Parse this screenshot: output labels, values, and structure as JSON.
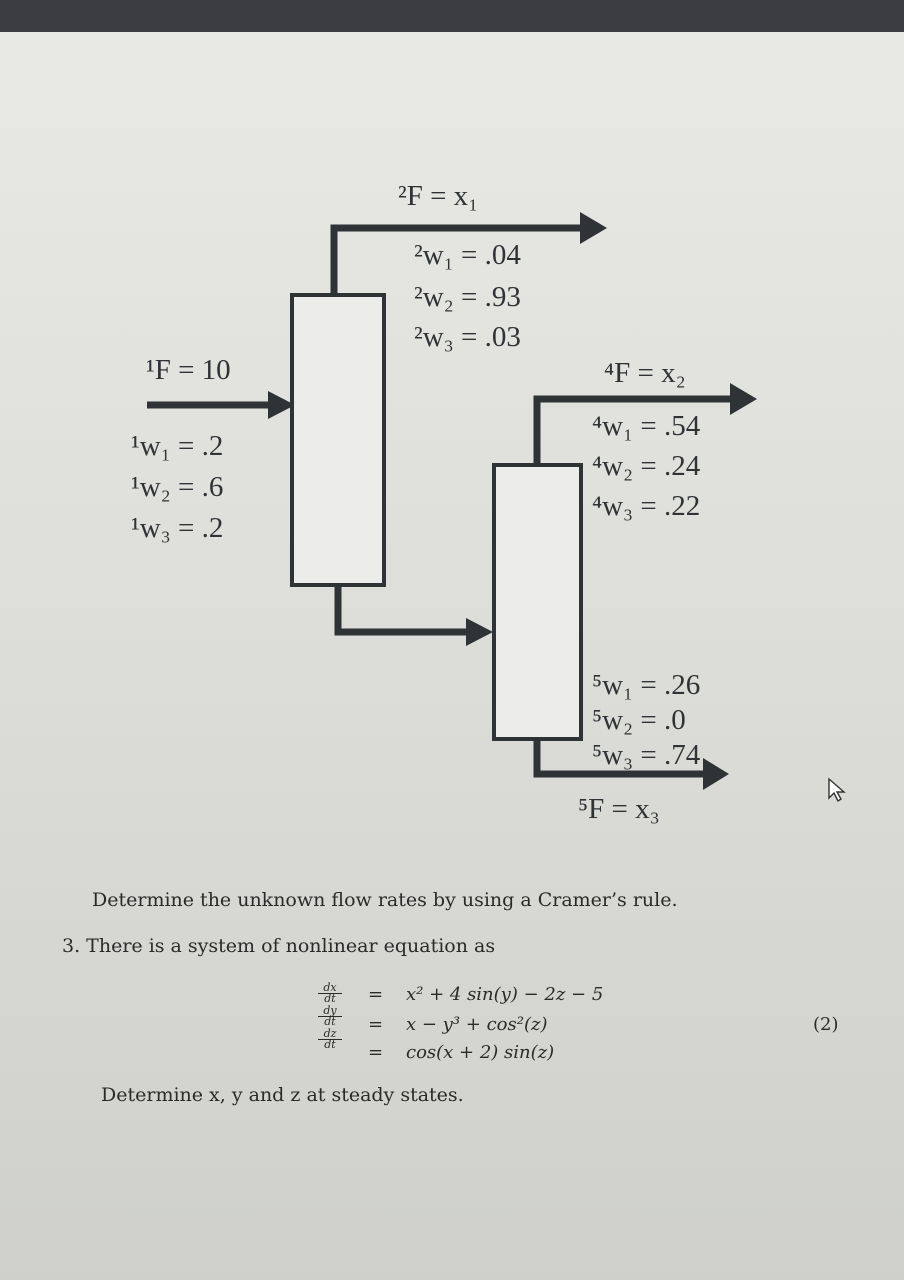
{
  "diagram": {
    "feed": {
      "F": "¹F = 10",
      "w1": "¹w₁ = .2",
      "w2": "¹w₂ = .6",
      "w3": "¹w₃ = .2"
    },
    "top": {
      "F": "²F = x₁",
      "w1": "²w₁ = .04",
      "w2": "²w₂ = .93",
      "w3": "²w₃ = .03"
    },
    "mid": {
      "F": "⁴F = x₂",
      "w1": "⁴w₁ = .54",
      "w2": "⁴w₂ = .24",
      "w3": "⁴w₃ = .22"
    },
    "bottom": {
      "F": "⁵F = x₃",
      "w1": "⁵w₁ = .26",
      "w2": "⁵w₂ = .0",
      "w3": "⁵w₃ = .74"
    }
  },
  "text": {
    "determine_flow": "Determine the unknown flow rates by using a Cramer’s rule.",
    "q3": "3.  There is a system of nonlinear equation as",
    "eq_number": "(2)",
    "steady": "Determine x, y and z at steady states."
  },
  "equations": [
    {
      "num": "dx",
      "den": "dt",
      "rhs": "x² + 4 sin(y) − 2z − 5"
    },
    {
      "num": "dy",
      "den": "dt",
      "rhs": "x − y³ + cos²(z)"
    },
    {
      "num": "dz",
      "den": "dt",
      "rhs": "cos(x + 2) sin(z)"
    }
  ],
  "equals_sign": "="
}
